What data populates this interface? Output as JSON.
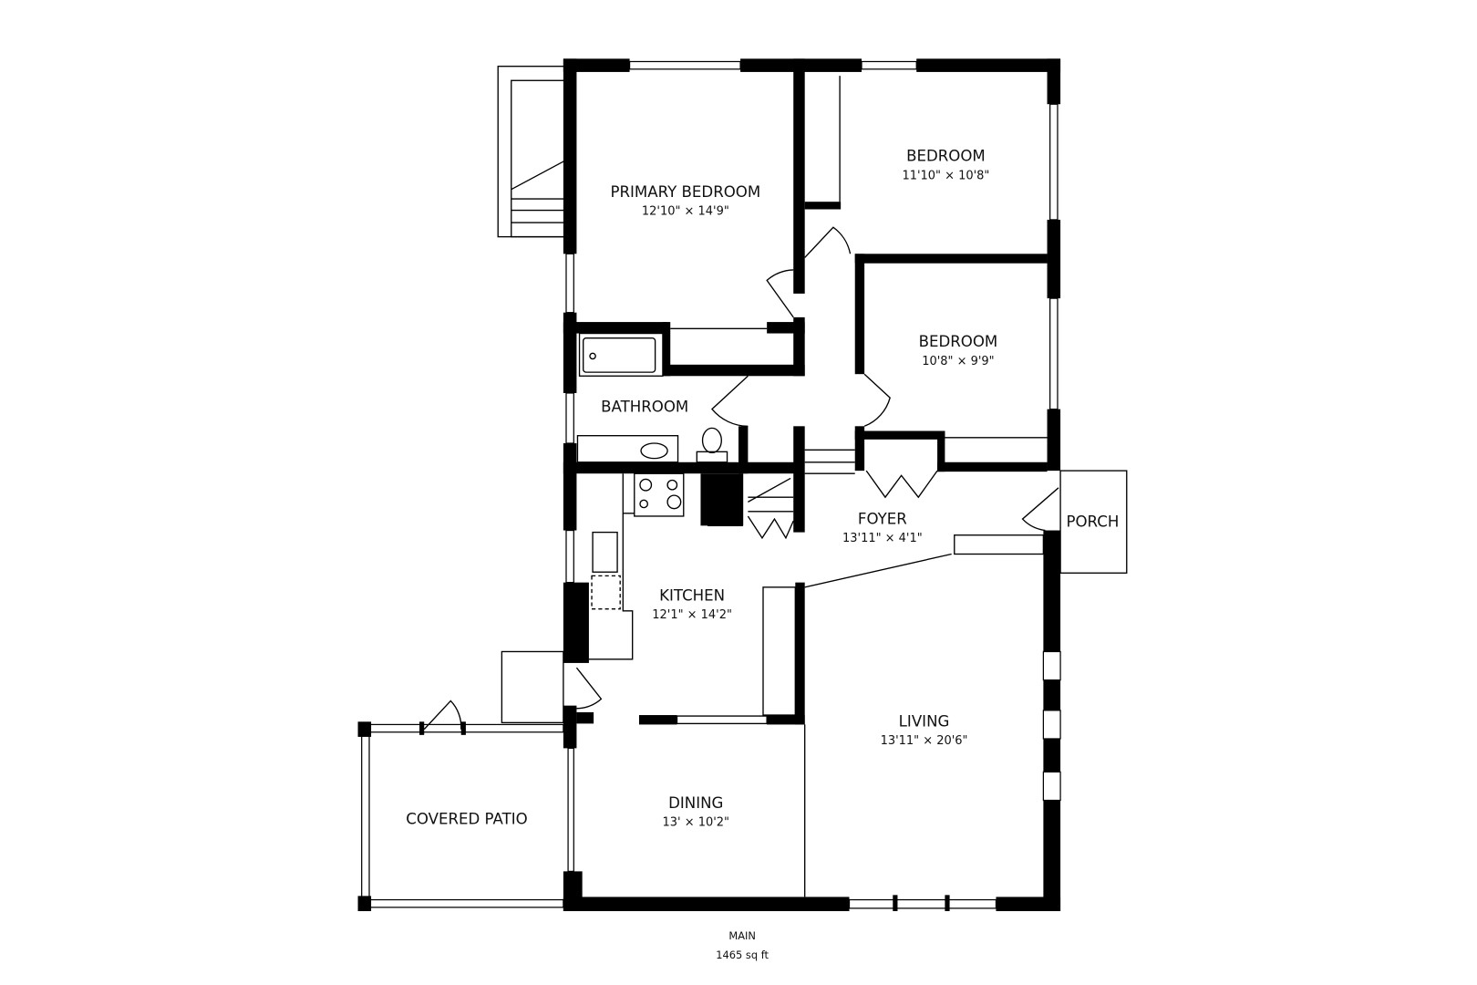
{
  "floor": {
    "name": "MAIN",
    "area": "1465 sq ft"
  },
  "rooms": {
    "primary_bedroom": {
      "name": "PRIMARY BEDROOM",
      "dims": "12'10\" × 14'9\""
    },
    "bedroom_1": {
      "name": "BEDROOM",
      "dims": "11'10\" × 10'8\""
    },
    "bedroom_2": {
      "name": "BEDROOM",
      "dims": "10'8\" × 9'9\""
    },
    "bathroom": {
      "name": "BATHROOM"
    },
    "foyer": {
      "name": "FOYER",
      "dims": "13'11\" × 4'1\""
    },
    "porch": {
      "name": "PORCH"
    },
    "kitchen": {
      "name": "KITCHEN",
      "dims": "12'1\" × 14'2\""
    },
    "living": {
      "name": "LIVING",
      "dims": "13'11\" × 20'6\""
    },
    "dining": {
      "name": "DINING",
      "dims": "13' × 10'2\""
    },
    "covered_patio": {
      "name": "COVERED PATIO"
    }
  }
}
